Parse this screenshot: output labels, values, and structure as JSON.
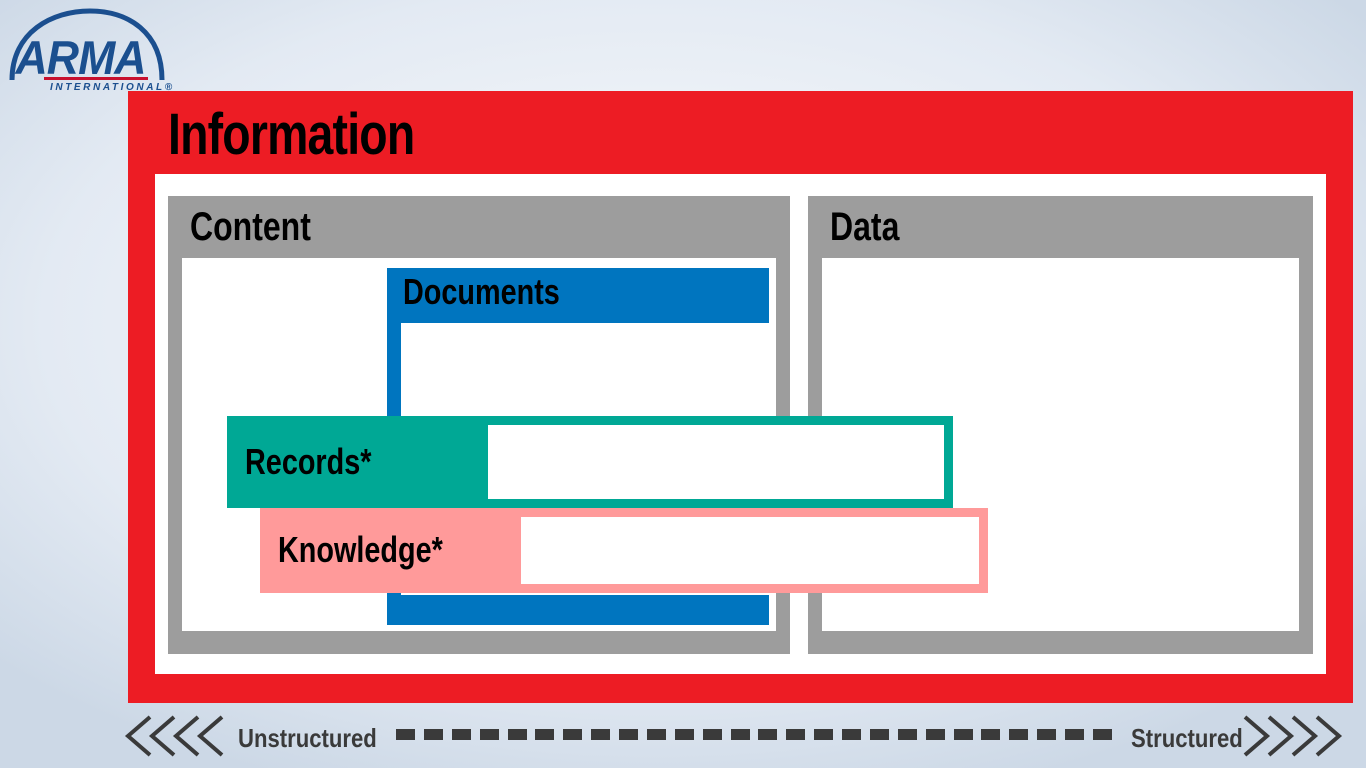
{
  "brand": {
    "name": "ARMA",
    "subtitle": "INTERNATIONAL",
    "registered_mark": "®",
    "arc_color": "#1b4f8f",
    "wordmark_color": "#1b4f8f",
    "rule_color": "#c8102e"
  },
  "diagram": {
    "title": "Information",
    "frame_color": "#ed1c24",
    "panel_color": "#ffffff",
    "groups": [
      {
        "id": "content",
        "label": "Content",
        "color": "#9d9d9d"
      },
      {
        "id": "data",
        "label": "Data",
        "color": "#9d9d9d"
      }
    ],
    "overlays": [
      {
        "id": "documents",
        "label": "Documents",
        "color": "#0075bf"
      },
      {
        "id": "records",
        "label": "Records*",
        "color": "#00a895"
      },
      {
        "id": "knowledge",
        "label": "Knowledge*",
        "color": "#ff9a9a"
      }
    ]
  },
  "footer": {
    "left_label": "Unstructured",
    "right_label": "Structured",
    "left_arrow_count": 4,
    "right_arrow_count": 4,
    "dash_count": 26,
    "line_color": "#3a3a3a"
  }
}
